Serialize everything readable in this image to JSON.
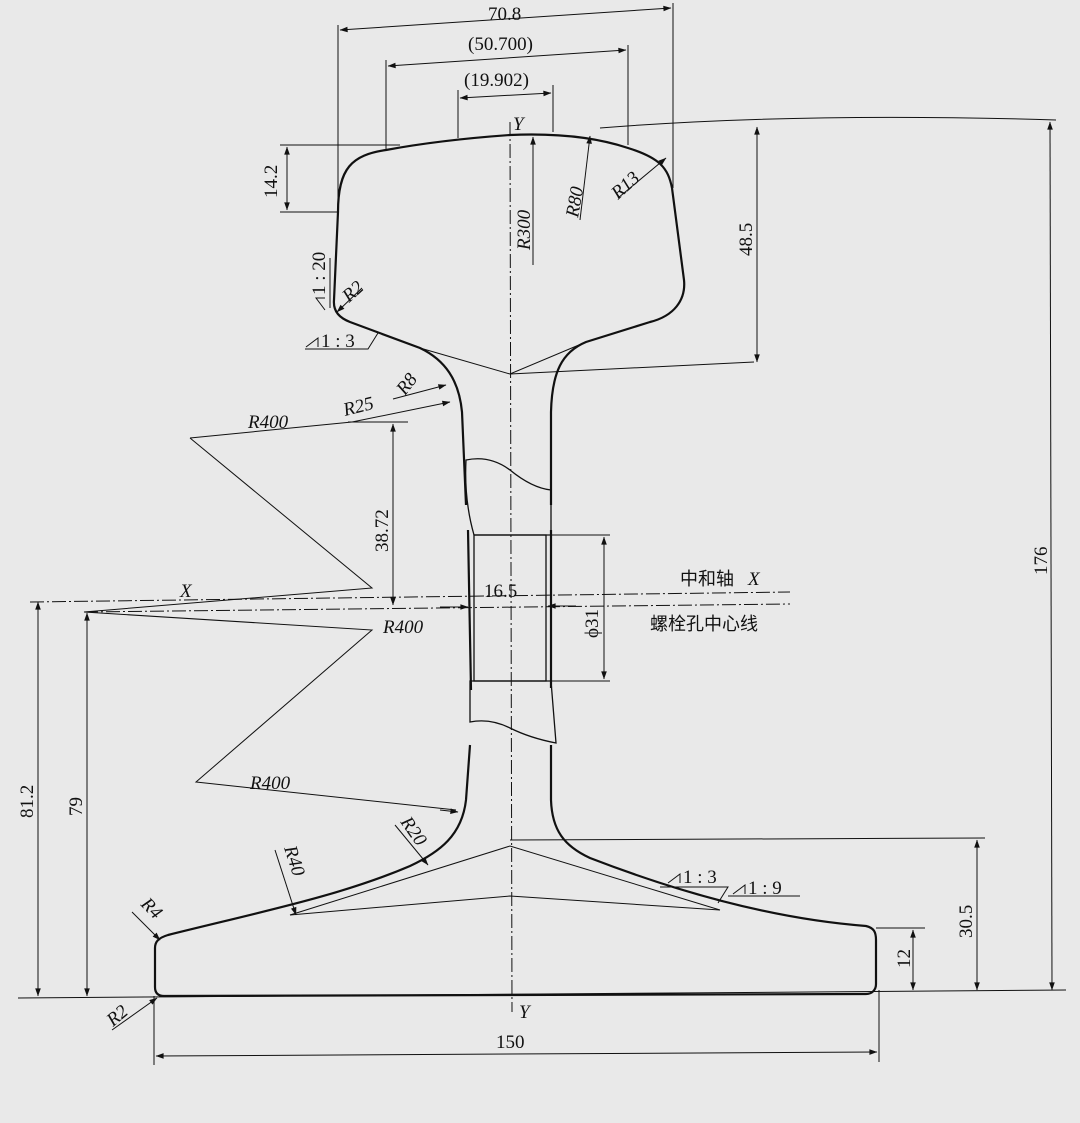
{
  "colors": {
    "background": "#e9e9e9",
    "ink": "#111111"
  },
  "axes": {
    "x_label": "X",
    "y_top": "Y",
    "y_bottom": "Y"
  },
  "centerlines": {
    "neutral_axis": "中和轴",
    "neutral_axis_symbol": "X",
    "bolt_hole_line": "螺栓孔中心线"
  },
  "dims": {
    "head_width": "70.8",
    "head_crown": "(50.700)",
    "head_inner": "(19.902)",
    "head_side": "14.2",
    "head_height": "48.5",
    "total_height": "176",
    "web_to_hole": "38.72",
    "web_thickness": "16.5",
    "hole_dia": "ϕ31",
    "neutral_height": "81.2",
    "hole_height": "79",
    "base_slope_height": "30.5",
    "base_edge": "12",
    "base_width": "150"
  },
  "radii": {
    "r300": "R300",
    "r80": "R80",
    "r13": "R13",
    "r2_head": "R2",
    "r8": "R8",
    "r25": "R25",
    "r400_top": "R400",
    "r400_mid": "R400",
    "r400_low": "R400",
    "r20": "R20",
    "r40": "R40",
    "r4": "R4",
    "r2_base": "R2"
  },
  "slopes": {
    "head_side": "1 : 20",
    "head_under": "1 : 3",
    "base_upper": "1 : 3",
    "base_lower": "1 : 9"
  }
}
